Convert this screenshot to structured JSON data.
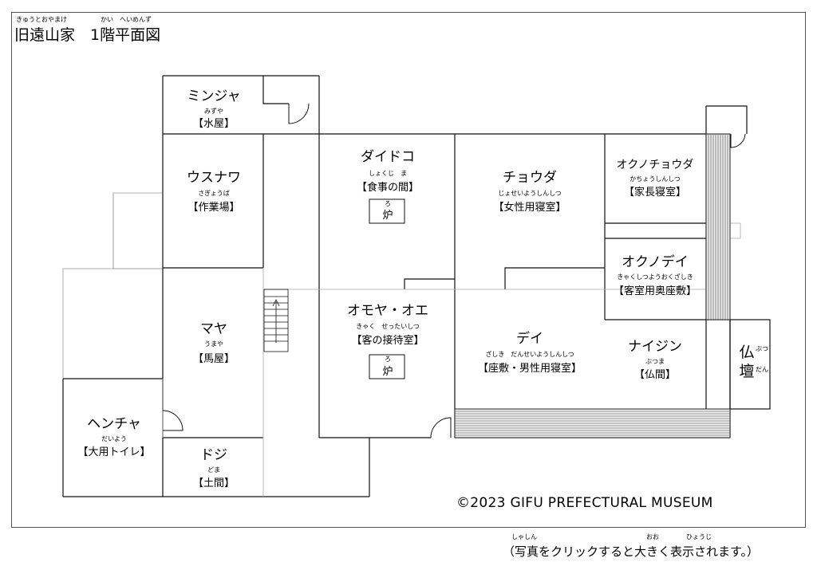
{
  "title": {
    "ruby_1": "きゅうとおやまけ",
    "ruby_2": "かい　へいめんず",
    "text": "旧遠山家　1階平面図"
  },
  "rooms": {
    "minja": {
      "name": "ミンジャ",
      "ruby": "みずや",
      "label": "【水屋】"
    },
    "usunawa": {
      "name": "ウスナワ",
      "ruby": "さぎょうば",
      "label": "【作業場】"
    },
    "daidoko": {
      "name": "ダイドコ",
      "ruby": "しょくじ　ま",
      "label": "【食事の間】",
      "hearth": "炉",
      "hearth_ruby": "ろ"
    },
    "chouda": {
      "name": "チョウダ",
      "ruby": "じょせいようしんしつ",
      "label": "【女性用寝室】"
    },
    "okunochouda": {
      "name": "オクノチョウダ",
      "ruby": "かちょうしんしつ",
      "label": "【家長寝室】"
    },
    "okunodei": {
      "name": "オクノデイ",
      "ruby": "きゃくしつようおくざしき",
      "label": "【客室用奥座敷】"
    },
    "maya": {
      "name": "マヤ",
      "ruby": "うまや",
      "label": "【馬屋】"
    },
    "omoya": {
      "name": "オモヤ・オエ",
      "ruby": "きゃく　せったいしつ",
      "label": "【客の接待室】",
      "hearth": "炉",
      "hearth_ruby": "ろ"
    },
    "dei": {
      "name": "デイ",
      "ruby": "ざしき　だんせいようしんしつ",
      "label": "【座敷・男性用寝室】"
    },
    "naijin": {
      "name": "ナイジン",
      "ruby": "ぶつま",
      "label": "【仏間】"
    },
    "butsudan": {
      "char1": "仏",
      "char2": "壇",
      "ruby1": "ぶつ",
      "ruby2": "だん"
    },
    "hencha": {
      "name": "ヘンチャ",
      "ruby": "だいよう",
      "label": "【大用トイレ】"
    },
    "doji": {
      "name": "ドジ",
      "ruby": "どま",
      "label": "【土間】"
    }
  },
  "copyright": "©2023  GIFU PREFECTURAL MUSEUM",
  "caption": {
    "ruby_1": "しゃしん",
    "ruby_2": "おお",
    "ruby_3": "ひょうじ",
    "text": "（写真をクリックすると大きく表示されます。）"
  }
}
